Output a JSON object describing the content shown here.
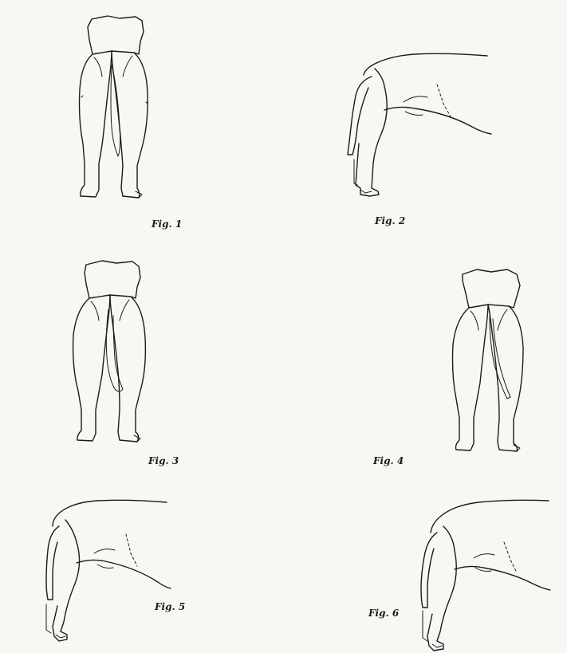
{
  "figures": [
    {
      "id": "fig1",
      "caption": "Fig. 1",
      "view": "rear",
      "tail": "straight-centered"
    },
    {
      "id": "fig2",
      "caption": "Fig. 2",
      "view": "side"
    },
    {
      "id": "fig3",
      "caption": "Fig. 3",
      "view": "rear",
      "tail": "curved-left"
    },
    {
      "id": "fig4",
      "caption": "Fig. 4",
      "view": "rear",
      "tail": "angled-right"
    },
    {
      "id": "fig5",
      "caption": "Fig. 5",
      "view": "side"
    },
    {
      "id": "fig6",
      "caption": "Fig. 6",
      "view": "side"
    }
  ]
}
